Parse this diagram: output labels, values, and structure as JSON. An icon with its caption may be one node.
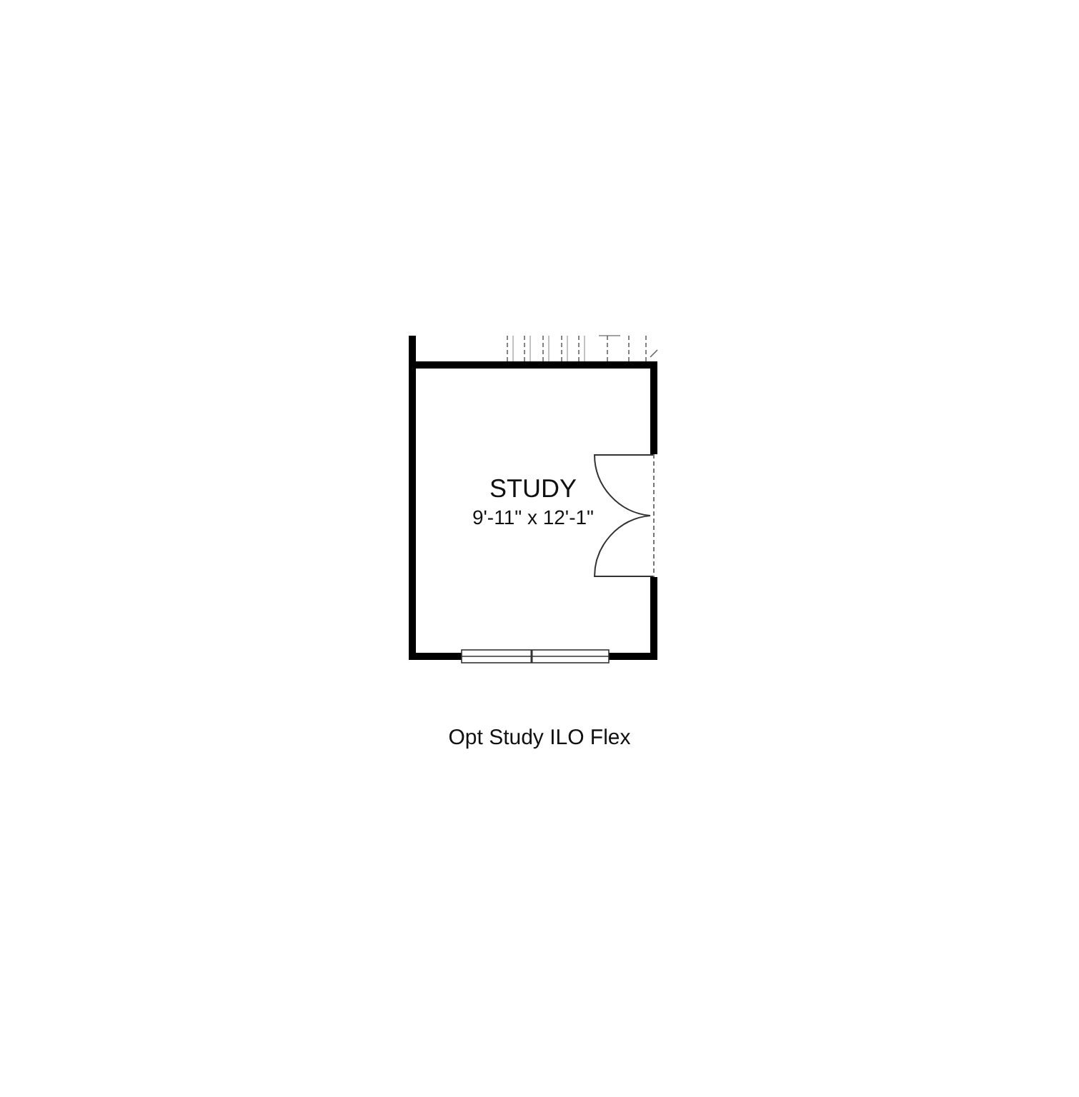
{
  "diagram": {
    "caption": "Opt Study ILO Flex",
    "nodes": [
      {
        "text": [
          "STUDY",
          "9'-11\" x 12'-1\""
        ]
      }
    ]
  }
}
